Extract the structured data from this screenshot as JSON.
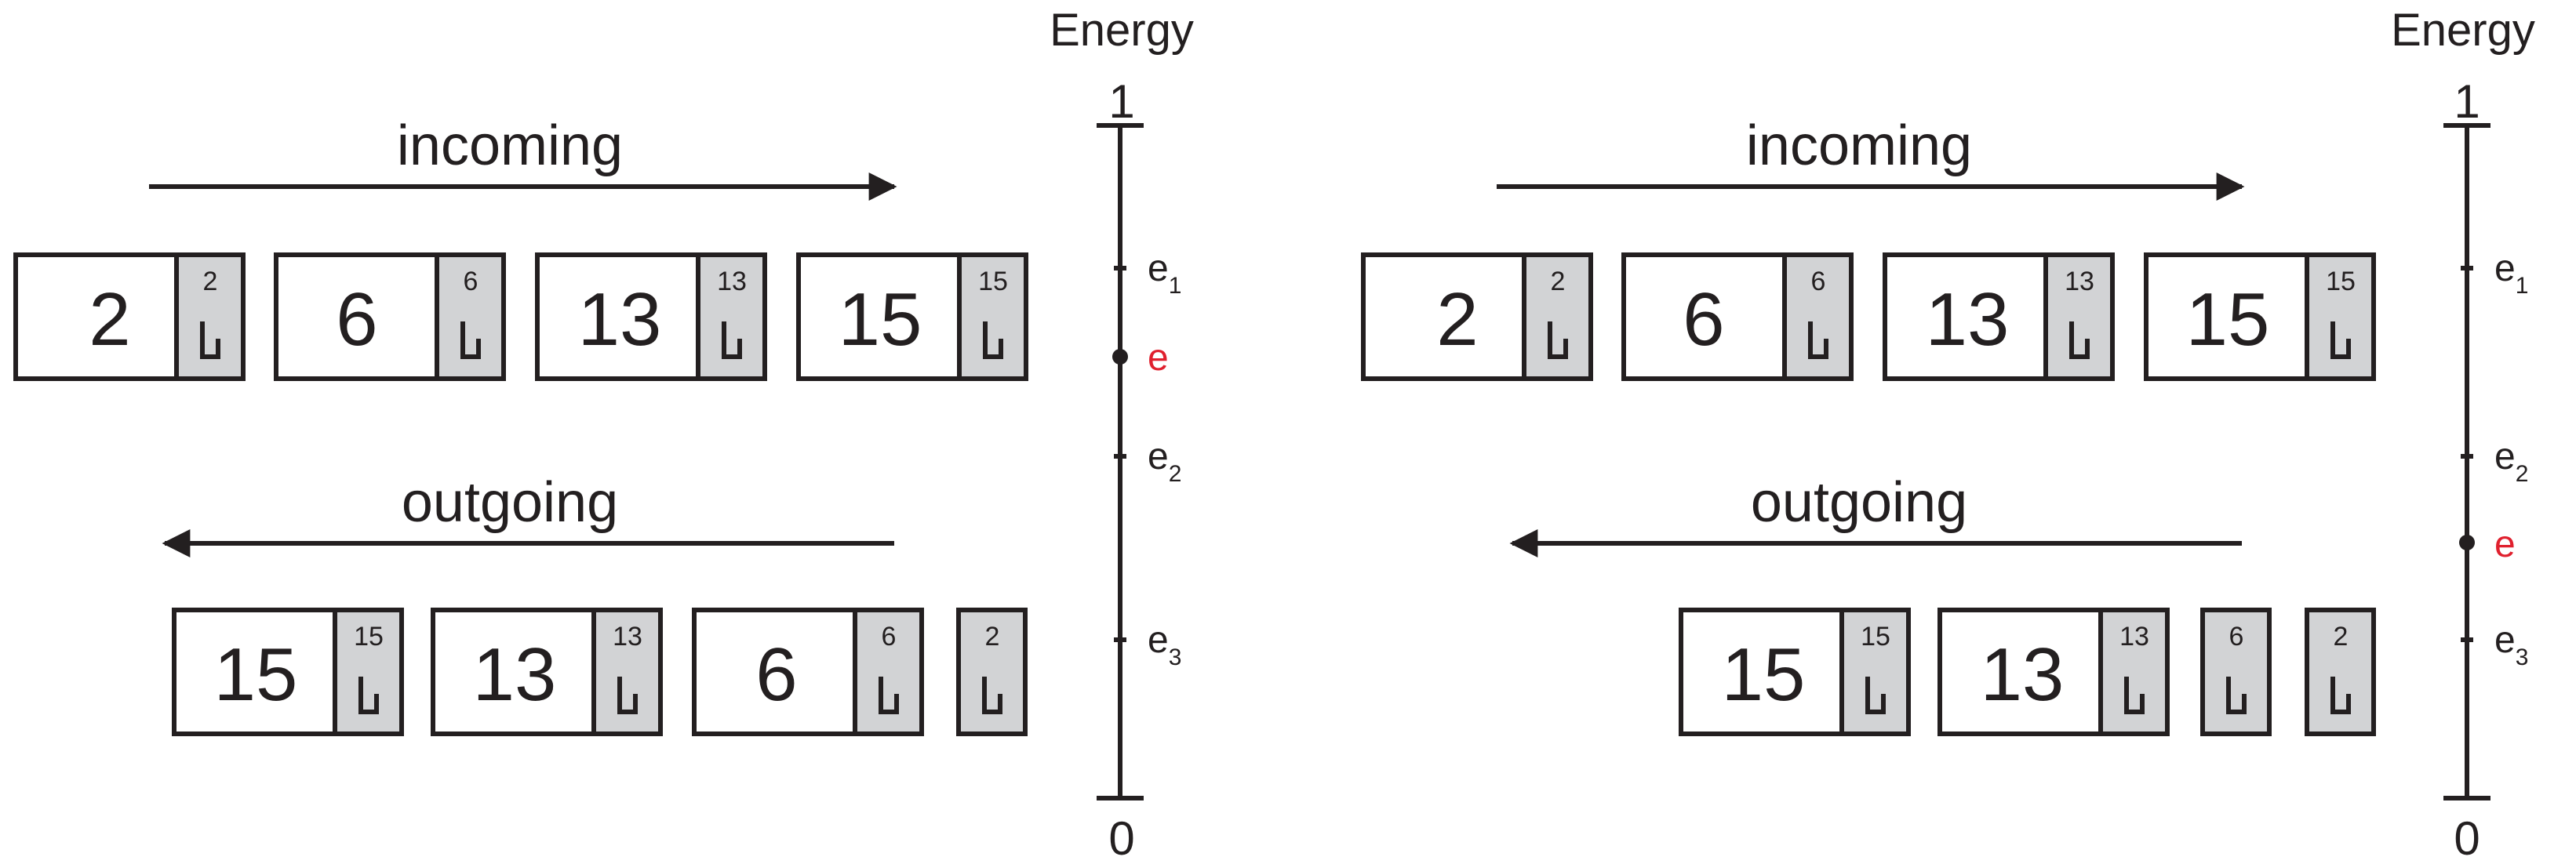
{
  "panels": [
    {
      "incoming_label": "incoming",
      "outgoing_label": "outgoing",
      "incoming": [
        {
          "value": "2",
          "tag": "2"
        },
        {
          "value": "6",
          "tag": "6"
        },
        {
          "value": "13",
          "tag": "13"
        },
        {
          "value": "15",
          "tag": "15"
        }
      ],
      "outgoing": [
        {
          "value": "15",
          "tag": "15"
        },
        {
          "value": "13",
          "tag": "13"
        },
        {
          "value": "6",
          "tag": "6"
        },
        {
          "value": "",
          "tag": "2"
        }
      ],
      "axis": {
        "title": "Energy",
        "top": "1",
        "bottom": "0",
        "ticks": [
          {
            "base": "e",
            "sub": "1"
          },
          {
            "base": "e",
            "sub": "2"
          },
          {
            "base": "e",
            "sub": "3"
          }
        ],
        "marker": "e",
        "marker_color": "#e0202e"
      }
    },
    {
      "incoming_label": "incoming",
      "outgoing_label": "outgoing",
      "incoming": [
        {
          "value": "2",
          "tag": "2"
        },
        {
          "value": "6",
          "tag": "6"
        },
        {
          "value": "13",
          "tag": "13"
        },
        {
          "value": "15",
          "tag": "15"
        }
      ],
      "outgoing": [
        {
          "value": "15",
          "tag": "15"
        },
        {
          "value": "13",
          "tag": "13"
        },
        {
          "value": "",
          "tag": "6"
        },
        {
          "value": "",
          "tag": "2"
        }
      ],
      "axis": {
        "title": "Energy",
        "top": "1",
        "bottom": "0",
        "ticks": [
          {
            "base": "e",
            "sub": "1"
          },
          {
            "base": "e",
            "sub": "2"
          },
          {
            "base": "e",
            "sub": "3"
          }
        ],
        "marker": "e",
        "marker_color": "#e0202e"
      }
    }
  ],
  "colors": {
    "ink": "#231f20",
    "tag_fill": "#d2d3d5",
    "highlight": "#e0202e"
  },
  "icons": {
    "tag_glyph": "energy-tag-icon"
  }
}
